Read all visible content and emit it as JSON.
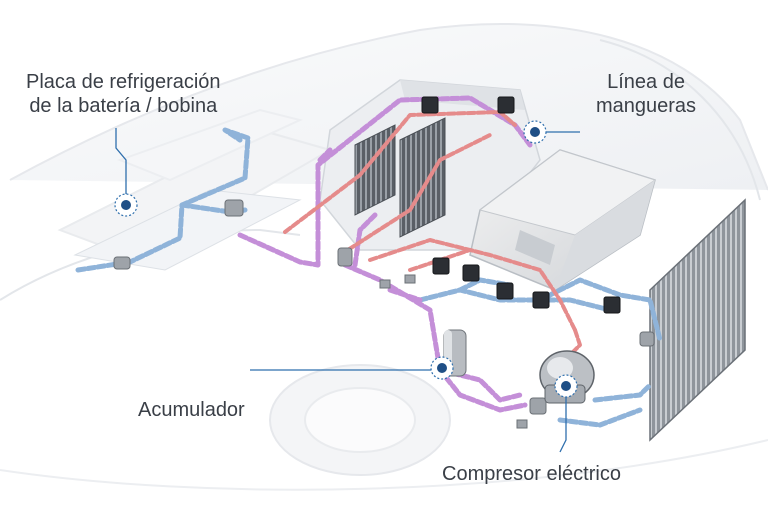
{
  "callouts": {
    "battery_plate": {
      "line1": "Placa de refrigeración",
      "line2": "de la batería / bobina"
    },
    "hose_line": {
      "line1": "Línea de",
      "line2": "mangueras"
    },
    "accumulator": {
      "text": "Acumulador"
    },
    "compressor": {
      "text": "Compresor eléctrico"
    }
  },
  "colors": {
    "label_text": "#3a3f47",
    "callout_line": "#2f6fad",
    "pipe_blue": "#8fb3d9",
    "pipe_purple": "#c48fd8",
    "pipe_red": "#e58b8b",
    "car_outline": "#e6e8ec"
  }
}
